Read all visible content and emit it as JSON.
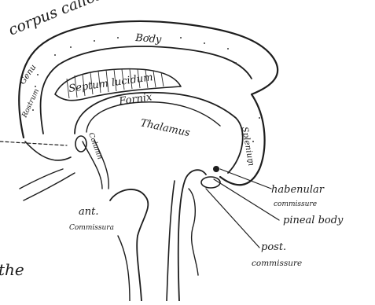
{
  "figure": {
    "labels": {
      "corpus_callosum": "corpus callosum",
      "body": "Body",
      "genu": "Genu",
      "rostrum": "Rostrum",
      "septum_lucidum": "Septum lucidum",
      "fornix": "Fornix",
      "thalamus": "Thalamus",
      "column": "Column",
      "splenium": "Splenium",
      "ant": "ant.",
      "commissura": "Commissura",
      "habenular": "habenular",
      "commissure": "commissure",
      "pineal_body": "pineal body",
      "post": "post.",
      "post_commissure": "commissure",
      "fragment": "the"
    },
    "colors": {
      "ink": "#1d1d1d",
      "paper": "#ffffff"
    }
  }
}
